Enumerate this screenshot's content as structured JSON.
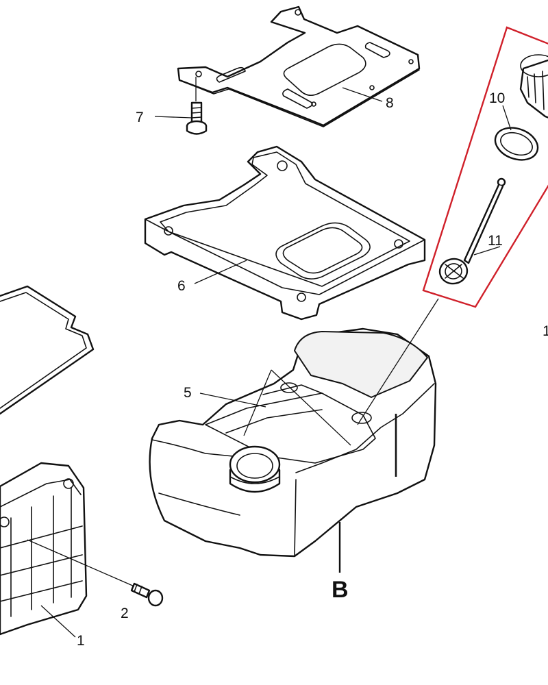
{
  "callouts": {
    "c1": "1",
    "c2": "2",
    "c5": "5",
    "c6": "6",
    "c7": "7",
    "c8": "8",
    "c10": "10",
    "c11": "11",
    "edge_cut": "1"
  },
  "section_label": "B",
  "colors": {
    "line": "#111111",
    "highlight_box": "#d0202a",
    "background": "#ffffff"
  }
}
